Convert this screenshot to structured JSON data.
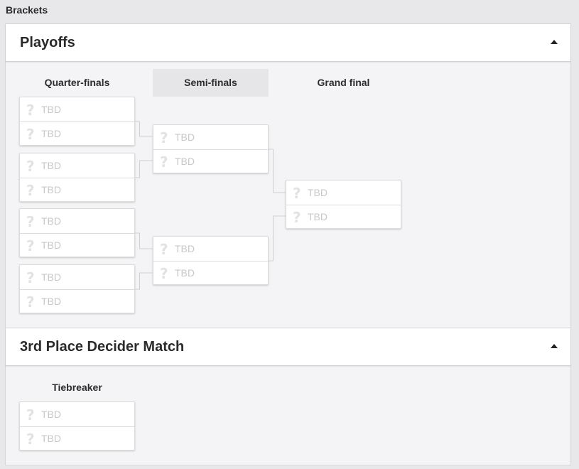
{
  "page_title": "Brackets",
  "playoffs": {
    "title": "Playoffs",
    "rounds": [
      "Quarter-finals",
      "Semi-finals",
      "Grand final"
    ],
    "quarter_finals": [
      {
        "top": "TBD",
        "bottom": "TBD"
      },
      {
        "top": "TBD",
        "bottom": "TBD"
      },
      {
        "top": "TBD",
        "bottom": "TBD"
      },
      {
        "top": "TBD",
        "bottom": "TBD"
      }
    ],
    "semi_finals": [
      {
        "top": "TBD",
        "bottom": "TBD"
      },
      {
        "top": "TBD",
        "bottom": "TBD"
      }
    ],
    "grand_final": {
      "top": "TBD",
      "bottom": "TBD"
    }
  },
  "third_place": {
    "title": "3rd Place Decider Match",
    "round_label": "Tiebreaker",
    "match": {
      "top": "TBD",
      "bottom": "TBD"
    }
  },
  "icons": {
    "slot": "question-mark-icon",
    "collapse": "caret-up-icon"
  }
}
